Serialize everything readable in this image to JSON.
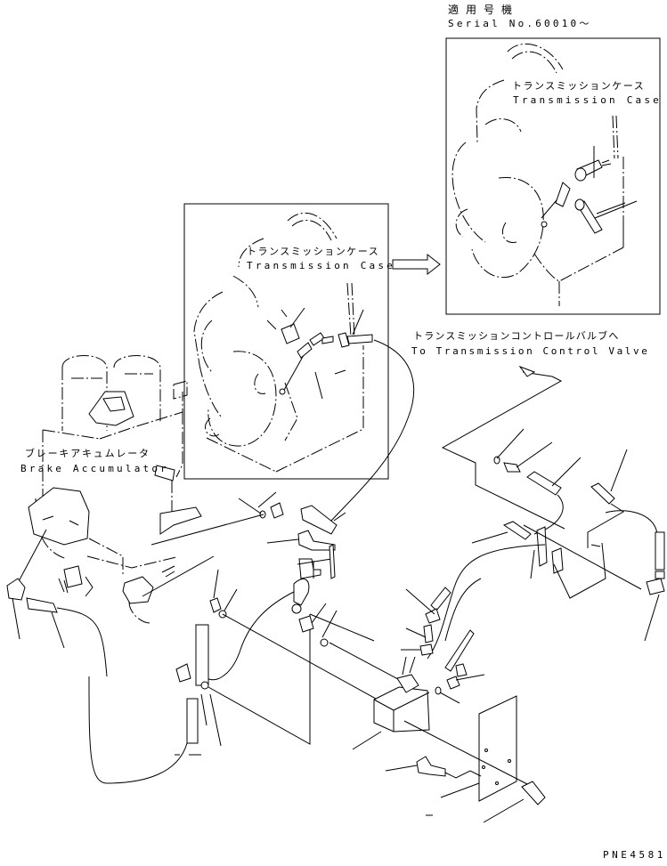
{
  "drawing_id": "PNE4581",
  "applicable_machine": {
    "label_jp": "適用号機",
    "serial_label": "Serial No.60010～"
  },
  "callouts": {
    "inset_transmission_case": {
      "jp": "トランスミッションケース",
      "en": "Transmission Case"
    },
    "main_transmission_case": {
      "jp": "トランスミッションケース",
      "en": "Transmission Case"
    },
    "to_control_valve": {
      "jp": "トランスミッションコントロールバルブへ",
      "en": "To Transmission Control Valve"
    },
    "brake_accumulator": {
      "jp": "ブレーキアキュムレータ",
      "en": "Brake Accumulator"
    }
  },
  "arrow_icon": "hollow-right-arrow",
  "colors": {
    "line": "#000000",
    "background": "#ffffff"
  }
}
